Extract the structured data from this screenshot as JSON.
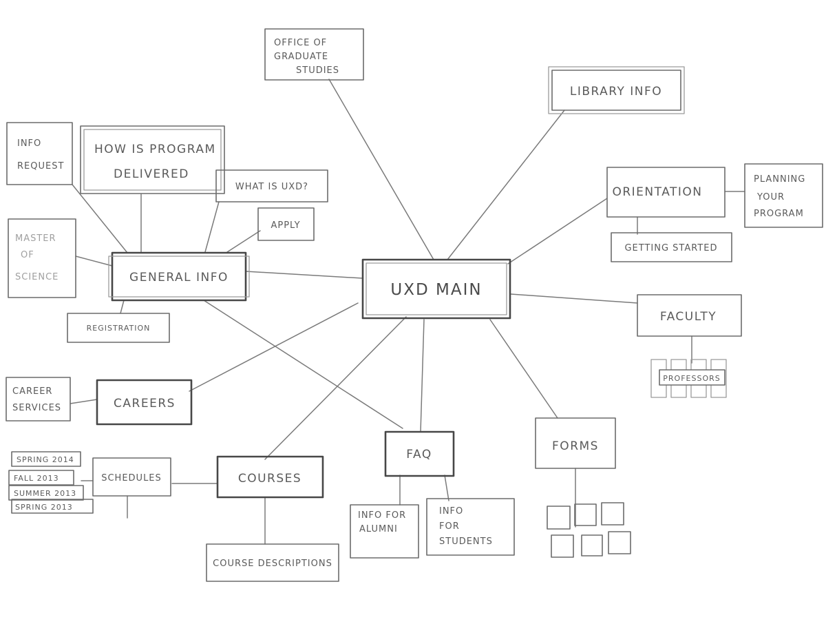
{
  "nodes": {
    "uxd_main": "UXD MAIN",
    "office_line1": "OFFICE OF",
    "office_line2": "GRADUATE",
    "office_line3": "STUDIES",
    "library": "LIBRARY INFO",
    "orientation": "ORIENTATION",
    "planning_line1": "PLANNING",
    "planning_line2": "YOUR",
    "planning_line3": "PROGRAM",
    "getting_started": "GETTING STARTED",
    "faculty": "FACULTY",
    "professors": "PROFESSORS",
    "forms": "FORMS",
    "faq": "FAQ",
    "alumni_line1": "INFO FOR",
    "alumni_line2": "ALUMNI",
    "students_line1": "INFO",
    "students_line2": "FOR",
    "students_line3": "STUDENTS",
    "courses": "COURSES",
    "course_descriptions": "COURSE DESCRIPTIONS",
    "schedules": "SCHEDULES",
    "spring_2014": "SPRING 2014",
    "fall_2013": "FALL 2013",
    "summer_2013": "SUMMER 2013",
    "spring_2013": "SPRING 2013",
    "careers": "CAREERS",
    "career_services_line1": "CAREER",
    "career_services_line2": "SERVICES",
    "general_info": "GENERAL INFO",
    "registration": "REGISTRATION",
    "master_line1": "MASTER",
    "master_line2": "OF",
    "master_line3": "SCIENCE",
    "info_request_line1": "INFO",
    "info_request_line2": "REQUEST",
    "how_delivered_line1": "HOW IS PROGRAM",
    "how_delivered_line2": "DELIVERED",
    "what_is_uxd": "WHAT IS UXD?",
    "apply": "APPLY"
  }
}
